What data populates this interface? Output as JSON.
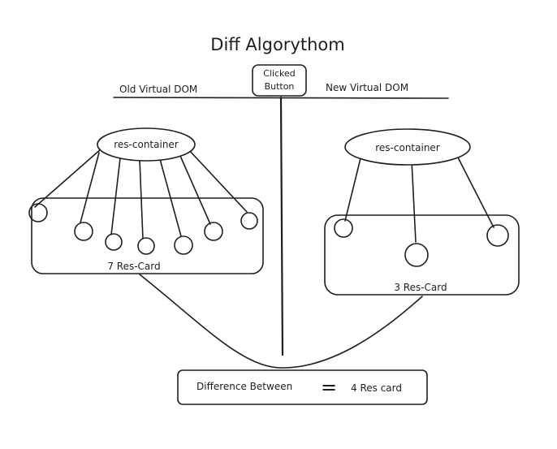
{
  "diagram": {
    "title": "Diff Algorythom",
    "old_dom_label": "Old Virtual DOM",
    "new_dom_label": "New Virtual DOM",
    "button_line1": "Clicked",
    "button_line2": "Button",
    "old_container_label": "res-container",
    "new_container_label": "res-container",
    "old_cards_label": "7 Res-Card",
    "new_cards_label": "3 Res-Card",
    "result_left": "Difference Between",
    "result_equals": "=",
    "result_right": "4 Res card"
  },
  "colors": {
    "ink": "#1e1e1e",
    "background": "#ffffff"
  }
}
